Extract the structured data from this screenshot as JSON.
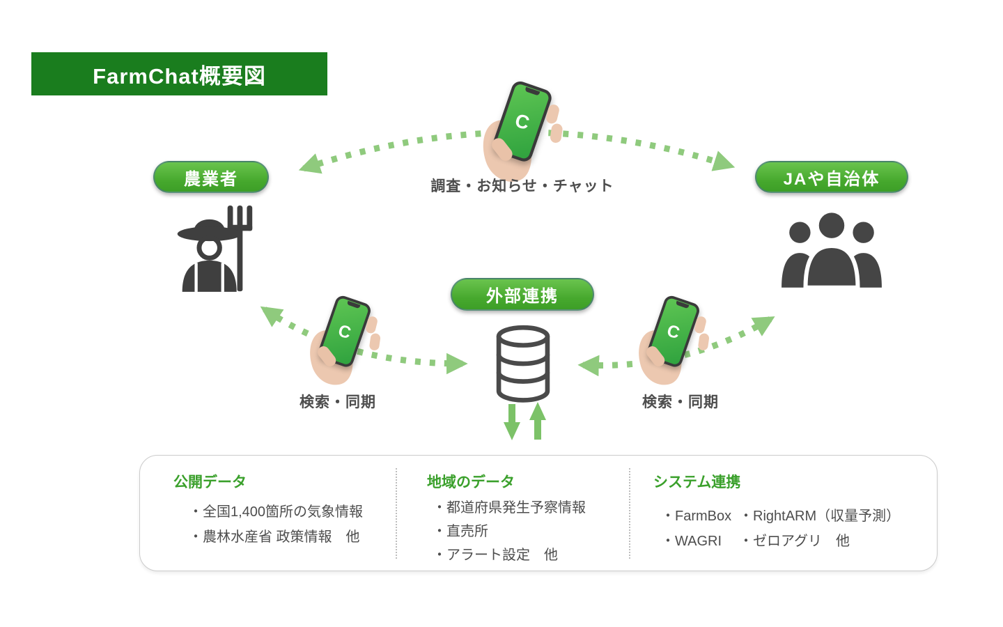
{
  "title": "FarmChat概要図",
  "nodes": {
    "farmers": "農業者",
    "government": "JAや自治体",
    "external": "外部連携"
  },
  "labels": {
    "top_edge": "調査・お知らせ・チャット",
    "left_edge": "検索・同期",
    "right_edge": "検索・同期"
  },
  "phone": {
    "logo": "C"
  },
  "panel": {
    "columns": [
      {
        "heading": "公開データ",
        "items": [
          "・全国1,400箇所の気象情報",
          "・農林水産省 政策情報　他"
        ]
      },
      {
        "heading": "地域のデータ",
        "items": [
          "・都道府県発生予察情報",
          "・直売所",
          "・アラート設定　他"
        ]
      },
      {
        "heading": "システム連携",
        "grid": [
          [
            "・FarmBox",
            "・RightARM（収量予測）"
          ],
          [
            "・WAGRI",
            "・ゼロアグリ　他"
          ]
        ]
      }
    ]
  },
  "colors": {
    "banner_green": "#1a7d1e",
    "pill_green": "#46a82d",
    "heading_green": "#3aa02b",
    "dotted_arrow_green": "#8fca7d",
    "solid_arrow_green": "#7cc268",
    "icon_gray": "#3f3f3f",
    "text_gray": "#4d4d4d"
  }
}
